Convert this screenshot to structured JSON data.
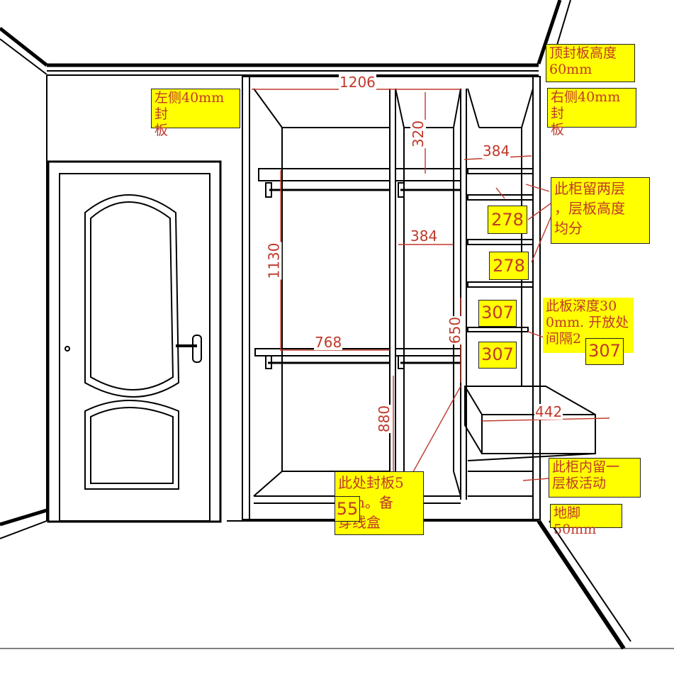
{
  "colors": {
    "annotation_bg": "#ffff00",
    "annotation_text": "#c0392b",
    "line": "#000000",
    "dimension": "#c0392b"
  },
  "notes": {
    "top_cover": "顶封板高度\n60mm",
    "left_cover": "左侧40mm封\n板",
    "right_cover": "右侧40mm封\n板",
    "two_layers": "此柜留两层\n，层板高度\n均分",
    "shelf_depth": "此板深度30\n0mm. 开放处\n间隔2",
    "one_layer": "此柜内留一\n层板活动",
    "bottom_seal": "此处封板5\n   mm。备\n穿线盒",
    "base": "地脚50mm"
  },
  "badges": {
    "b278a": "278",
    "b278b": "278",
    "b307a": "307",
    "b307b": "307",
    "b307c": "307",
    "b55": "55"
  },
  "dimensions": {
    "width_total": "1206",
    "top_compartment": "320",
    "right_width_top": "384",
    "middle_width": "384",
    "hang_height": "1130",
    "left_width": "768",
    "right_650": "650",
    "drawer_442": "442",
    "lower_880": "880"
  }
}
